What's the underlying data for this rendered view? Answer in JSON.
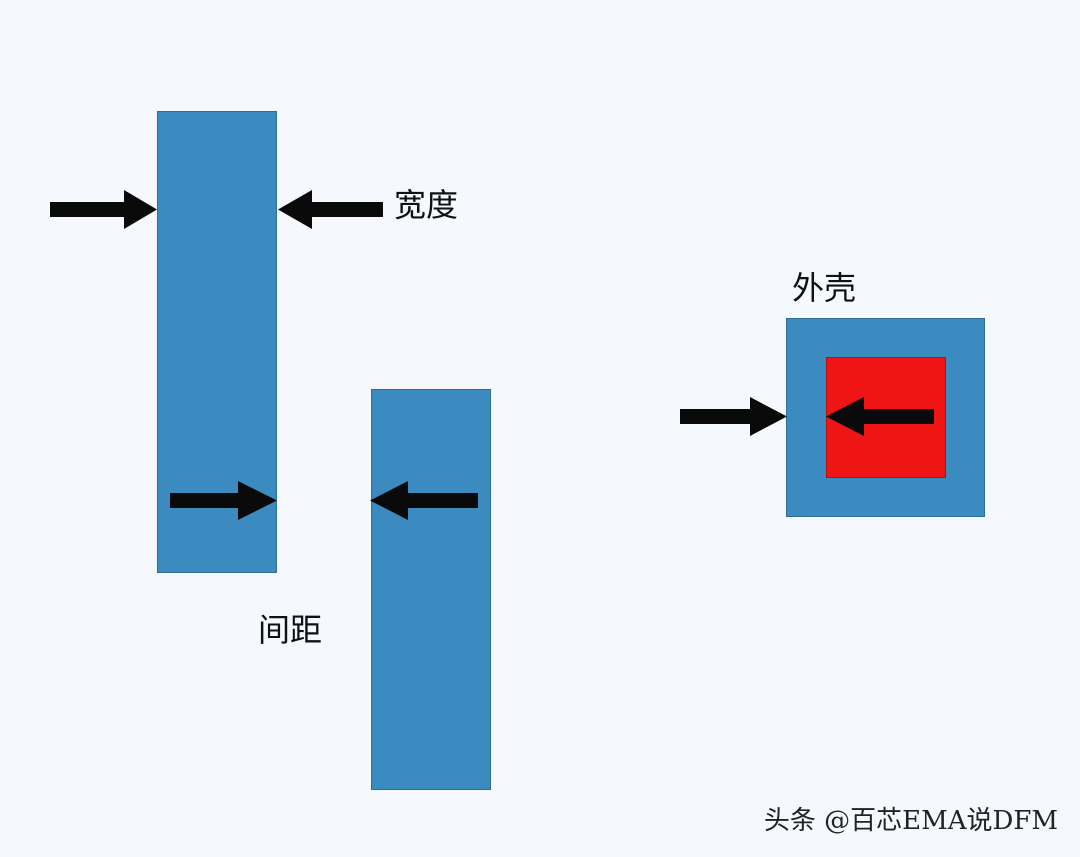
{
  "labels": {
    "width": "宽度",
    "spacing": "间距",
    "enclosure": "外壳"
  },
  "watermark": "头条 @百芯EMA说DFM",
  "colors": {
    "background": "#f5f9fd",
    "conductor": "#3b8bc0",
    "inner": "#f01515",
    "arrow": "#0a0a0a"
  }
}
